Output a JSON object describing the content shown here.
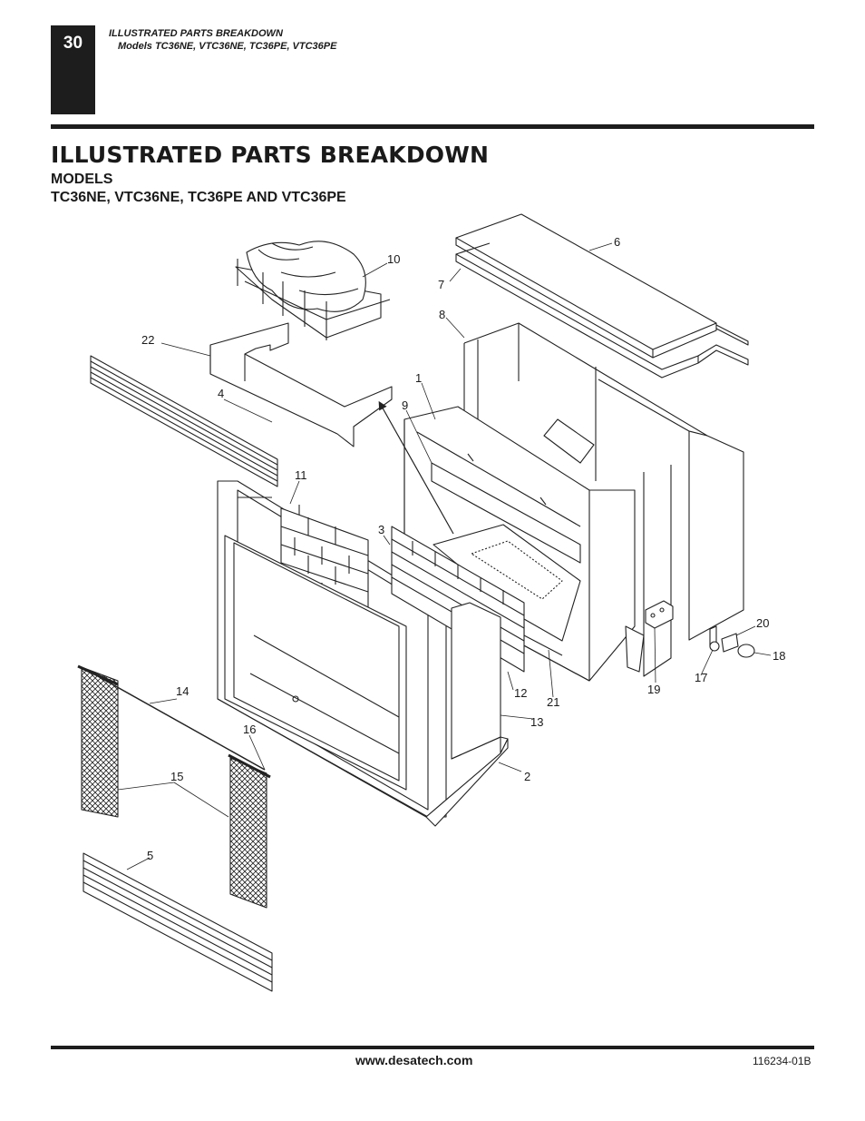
{
  "page_number": "30",
  "header": {
    "section_title": "ILLUSTRATED PARTS BREAKDOWN",
    "models_line": "Models TC36NE, VTC36NE, TC36PE, VTC36PE"
  },
  "main": {
    "title": "ILLUSTRATED PARTS BREAKDOWN",
    "models_label": "MODELS",
    "models_list": "TC36NE, VTC36NE, TC36PE AND VTC36PE"
  },
  "diagram": {
    "callouts": {
      "c1": "1",
      "c2": "2",
      "c3": "3",
      "c4": "4",
      "c5": "5",
      "c6": "6",
      "c7": "7",
      "c8": "8",
      "c9": "9",
      "c10": "10",
      "c11": "11",
      "c12": "12",
      "c13": "13",
      "c14": "14",
      "c15": "15",
      "c16": "16",
      "c17": "17",
      "c18": "18",
      "c19": "19",
      "c20": "20",
      "c21": "21",
      "c22": "22"
    }
  },
  "footer": {
    "website": "www.desatech.com",
    "doc_code": "116234-01B"
  }
}
